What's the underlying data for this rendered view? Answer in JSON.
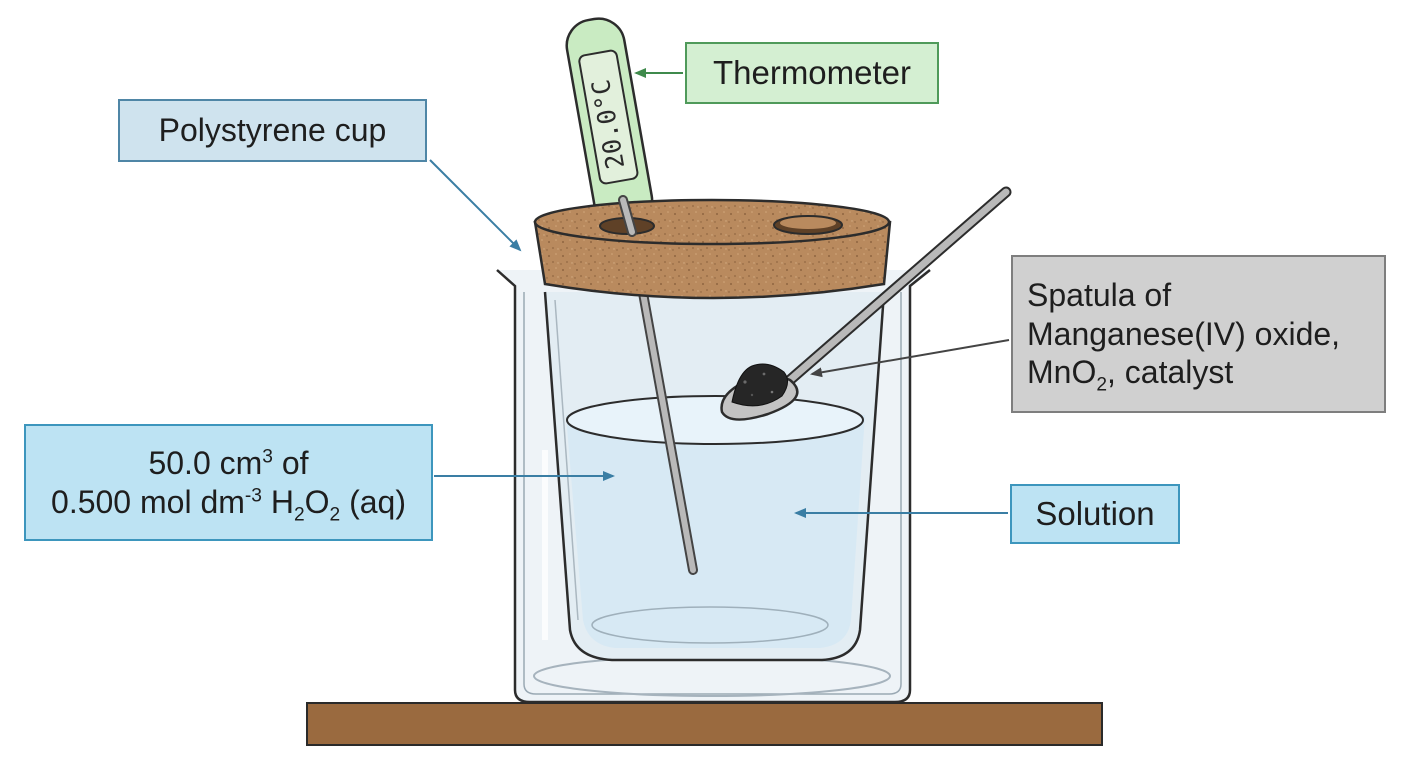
{
  "labels": {
    "thermometer": "Thermometer",
    "polystyrene_cup": "Polystyrene cup",
    "spatula": {
      "line1": "Spatula of",
      "line2": "Manganese(IV) oxide,",
      "line3_prefix": "MnO",
      "line3_sub": "2",
      "line3_suffix": ", catalyst"
    },
    "solution_volume": {
      "line1_prefix": "50.0 cm",
      "line1_sup": "3",
      "line1_suffix": " of",
      "line2_prefix": "0.500 mol dm",
      "line2_sup": "-3",
      "line2_mid": " H",
      "line2_sub1": "2",
      "line2_mid2": "O",
      "line2_sub2": "2",
      "line2_suffix": " (aq)"
    },
    "solution": "Solution"
  },
  "thermometer_display": "20.0°C",
  "colors": {
    "thermometer_label_fill": "#d4efd2",
    "cup_label_fill": "#cfe3ee",
    "spatula_label_fill": "#d0d0d0",
    "solution_label_fill": "#bde3f3",
    "cork": "#b98a5e",
    "bench": "#9a6a3f",
    "liquid": "#dcecf6"
  }
}
